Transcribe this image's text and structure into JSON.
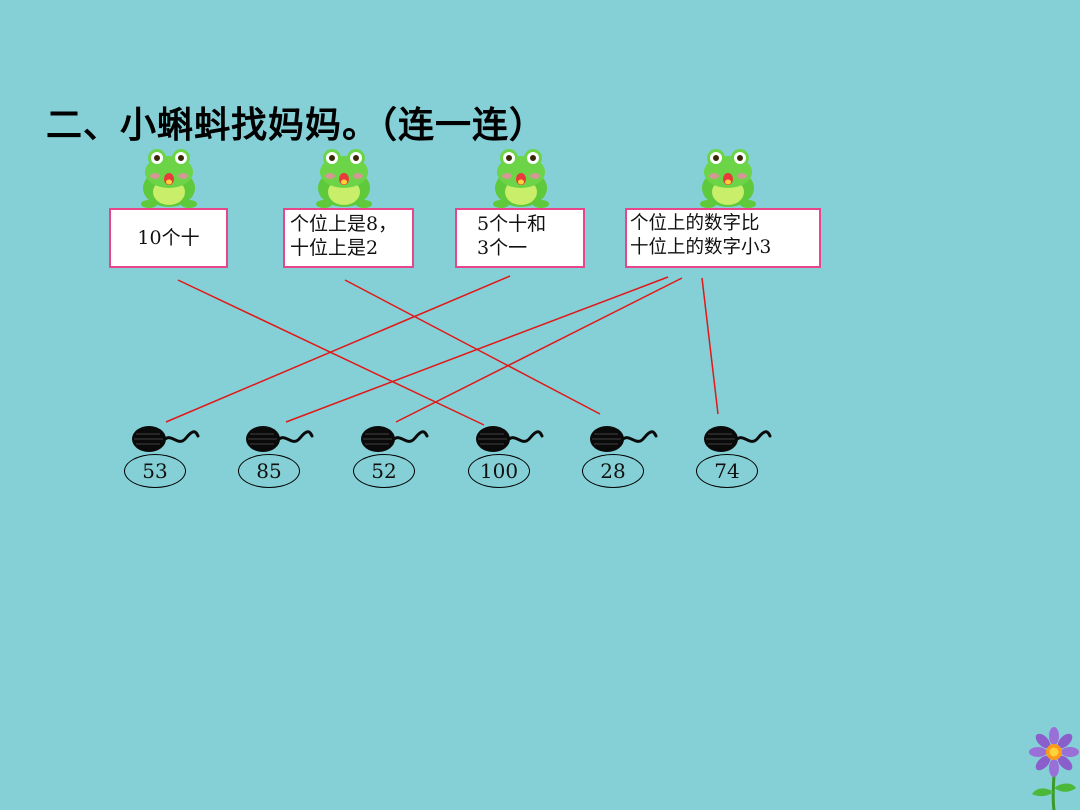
{
  "title": "二、小蝌蚪找妈妈。（连一连）",
  "clues": [
    {
      "lines": [
        "10个十"
      ]
    },
    {
      "lines": [
        "个位上是8，",
        "十位上是2"
      ]
    },
    {
      "lines": [
        "5个十和",
        "3个一"
      ]
    },
    {
      "lines": [
        "个位上的数字比",
        "十位上的数字小3"
      ]
    }
  ],
  "tadpoles": [
    "53",
    "85",
    "52",
    "100",
    "28",
    "74"
  ],
  "connections": [
    {
      "from_clue": 0,
      "to_tadpole": "100"
    },
    {
      "from_clue": 1,
      "to_tadpole": "28"
    },
    {
      "from_clue": 2,
      "to_tadpole": "53"
    },
    {
      "from_clue": 3,
      "to_tadpole": "85"
    },
    {
      "from_clue": 3,
      "to_tadpole": "52"
    },
    {
      "from_clue": 3,
      "to_tadpole": "74"
    }
  ],
  "colors": {
    "background": "#85d0d6",
    "line": "#e01818",
    "clue_border": "#e8458c",
    "frog_body": "#5ec93a"
  },
  "icons": {
    "frog": "frog-icon",
    "tadpole": "tadpole-icon",
    "flower": "flower-icon"
  }
}
